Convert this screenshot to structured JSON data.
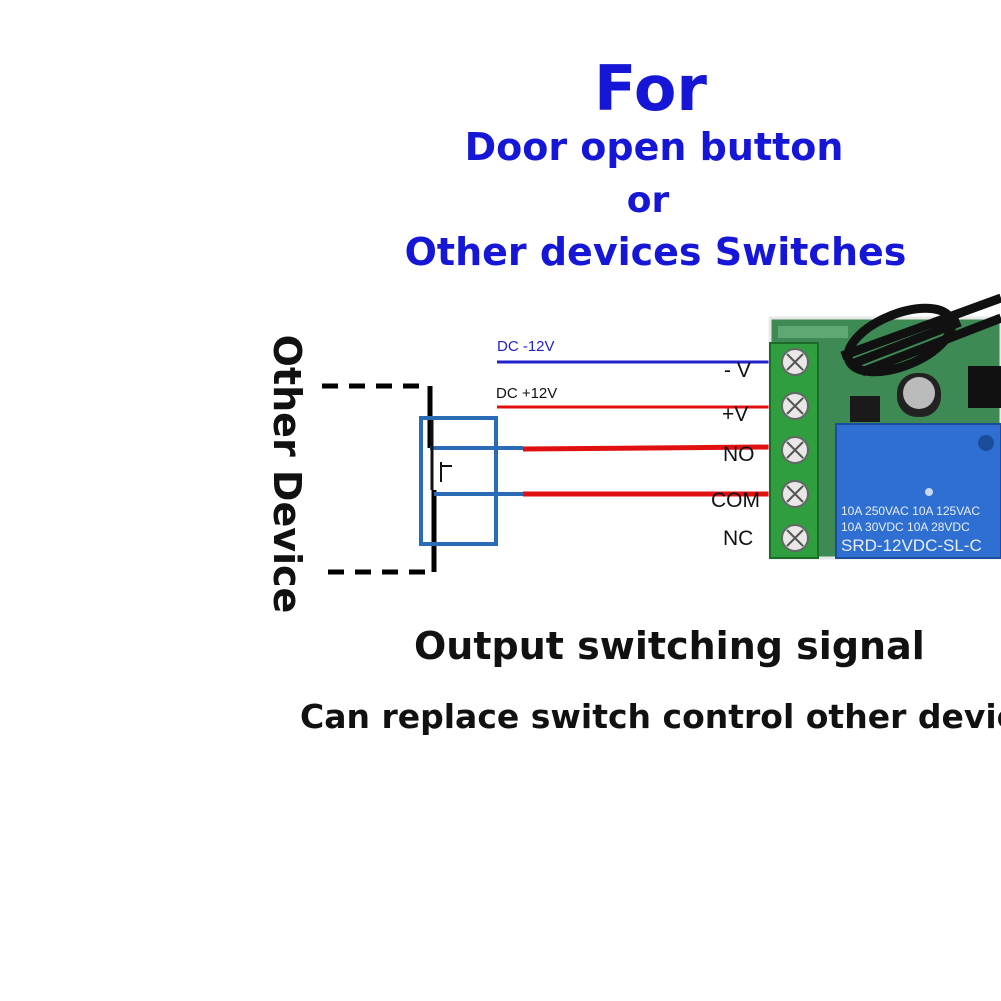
{
  "title": {
    "line1": "For",
    "line2": "Door open button",
    "line3": "or",
    "line4": "Other devices Switches"
  },
  "side_label": "Other Device",
  "wires": {
    "dc_negative": "DC -12V",
    "dc_positive": "DC +12V"
  },
  "terminals": {
    "neg_v": "- V",
    "pos_v": "+V",
    "no": "NO",
    "com": "COM",
    "nc": "NC"
  },
  "relay": {
    "rating_line1": "10A 250VAC  10A 125VAC",
    "rating_line2": "10A  30VDC  10A  28VDC",
    "model": "SRD-12VDC-SL-C"
  },
  "caption": {
    "main": "Output switching signal",
    "sub": "Can replace switch control other device"
  },
  "colors": {
    "title_blue": "#1616d6",
    "wire_blue": "#2222cc",
    "wire_red": "#e01010",
    "switch_blue": "#2a6bb5",
    "terminal_green": "#2e9e3e",
    "relay_blue": "#2e6fd1"
  }
}
